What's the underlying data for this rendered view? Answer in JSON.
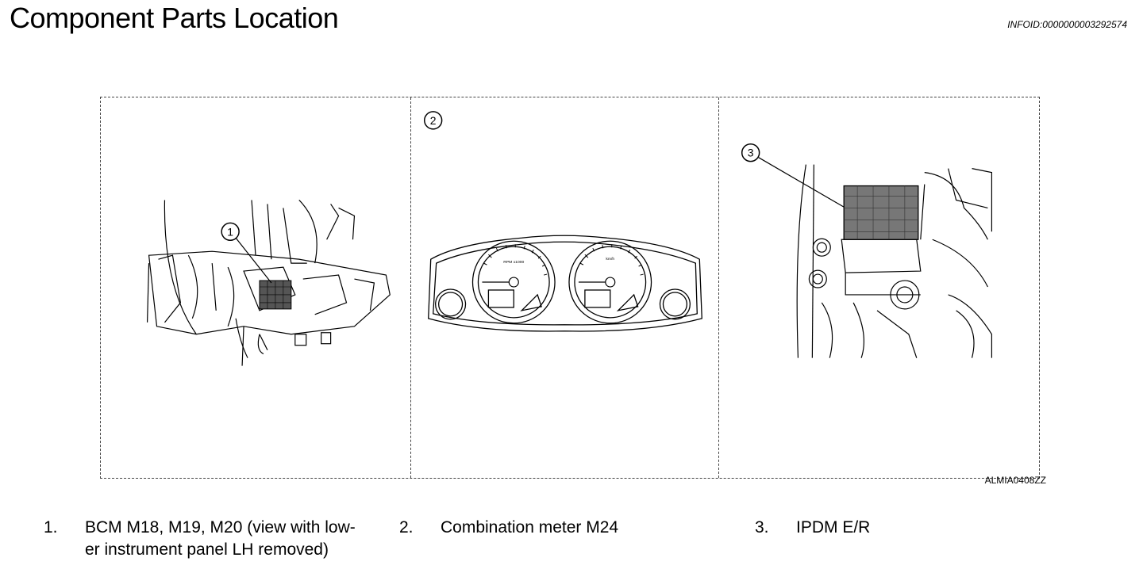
{
  "header": {
    "title": "Component Parts Location",
    "info_id": "INFOID:0000000003292574"
  },
  "figure": {
    "code": "ALMIA0408ZZ",
    "callouts": [
      "1",
      "2",
      "3"
    ],
    "dial_text": [
      "RPM x1000",
      "km/h"
    ]
  },
  "legend": [
    {
      "num": "1.",
      "text_line1": "BCM M18, M19, M20 (view with low-",
      "text_line2": "er instrument panel LH removed)"
    },
    {
      "num": "2.",
      "text": "Combination meter M24"
    },
    {
      "num": "3.",
      "text": "IPDM E/R"
    }
  ]
}
